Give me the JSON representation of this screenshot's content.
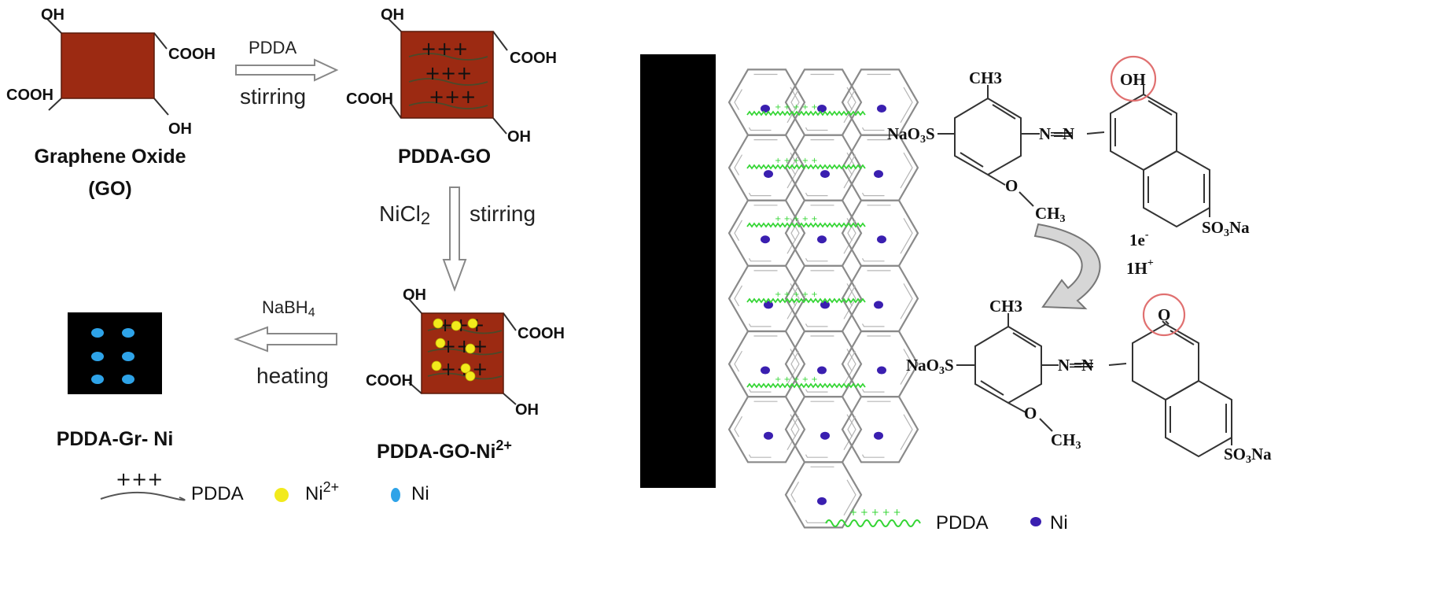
{
  "left_panel": {
    "go": {
      "oh_top": "OH",
      "cooh_right": "COOH",
      "cooh_left": "COOH",
      "oh_bottom": "OH",
      "name_line1": "Graphene Oxide",
      "name_line2": "(GO)"
    },
    "step1": {
      "reagent": "PDDA",
      "condition": "stirring"
    },
    "pdda_go": {
      "oh_top": "OH",
      "cooh_right": "COOH",
      "cooh_left": "COOH",
      "oh_bottom": "OH",
      "name": "PDDA-GO",
      "charges": "+++"
    },
    "step2": {
      "reagent": "NiCl",
      "reagent_sub": "2",
      "condition": "stirring"
    },
    "pdda_go_ni": {
      "oh_top": "OH",
      "cooh_right": "COOH",
      "cooh_left": "COOH",
      "oh_bottom": "OH",
      "name": "PDDA-GO-Ni",
      "name_sup": "2+",
      "charges": "+++"
    },
    "step3": {
      "reagent": "NaBH",
      "reagent_sub": "4",
      "condition": "heating"
    },
    "pdda_gr_ni": {
      "name": "PDDA-Gr- Ni"
    },
    "legend": {
      "pdda_symbol": "+++",
      "pdda": "PDDA",
      "ni2": "Ni",
      "ni2_sup": "2+",
      "ni": "Ni"
    },
    "colors": {
      "graphene_oxide": "#9c2a12",
      "ni2_dot": "#f2ea1c",
      "ni_dot": "#2ea3e8",
      "pdda_line": "#555555"
    }
  },
  "right_panel": {
    "electrode_color": "#000000",
    "pdda_color": "#34d534",
    "ni_color": "#3a1fb0",
    "reactant": {
      "ch3": "CH3",
      "oh": "OH",
      "left_group": "NaO",
      "left_group_sub": "3",
      "left_group_end": "S",
      "azo": "N═N",
      "och3_o": "O",
      "och3_ch": "CH",
      "och3_sub": "3",
      "right_group": "SO",
      "right_group_sub": "3",
      "right_group_end": "Na"
    },
    "arrow": {
      "electron": "1e",
      "electron_sup": "-",
      "proton": "1H",
      "proton_sup": "+"
    },
    "product": {
      "ch3": "CH3",
      "o": "O",
      "left_group": "NaO",
      "left_group_sub": "3",
      "left_group_end": "S",
      "azo": "N═N",
      "och3_o": "O",
      "och3_ch": "CH",
      "och3_sub": "3",
      "right_group": "SO",
      "right_group_sub": "3",
      "right_group_end": "Na"
    },
    "legend": {
      "pdda": "PDDA",
      "ni": "Ni"
    },
    "highlight_color": "#e07070"
  }
}
